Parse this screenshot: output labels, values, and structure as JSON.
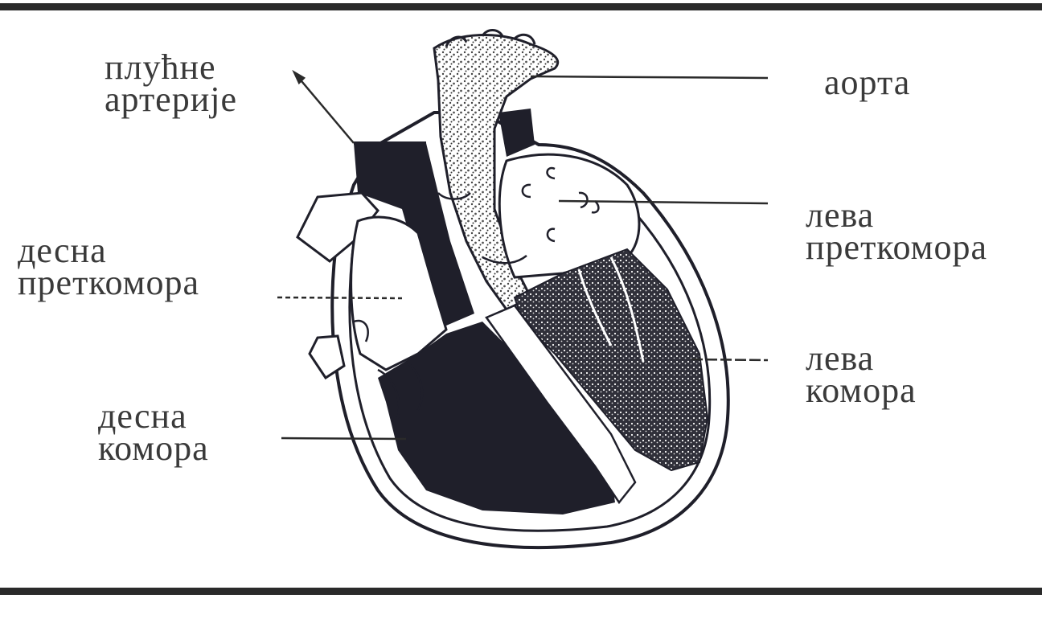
{
  "labels": {
    "pulmonary_arteries": [
      "плућне",
      "артерије"
    ],
    "aorta": [
      "аорта"
    ],
    "left_atrium": [
      "лева",
      "преткомора"
    ],
    "right_atrium": [
      "десна",
      "преткомора"
    ],
    "left_ventricle": [
      "лева",
      "комора"
    ],
    "right_ventricle": [
      "десна",
      "комора"
    ]
  },
  "colors": {
    "ink": "#1f1f2a",
    "rule": "#2a2a2a",
    "stipple": "#5a5a66",
    "paper": "#ffffff"
  },
  "icons": [
    "heart-cross-section-illustration"
  ]
}
